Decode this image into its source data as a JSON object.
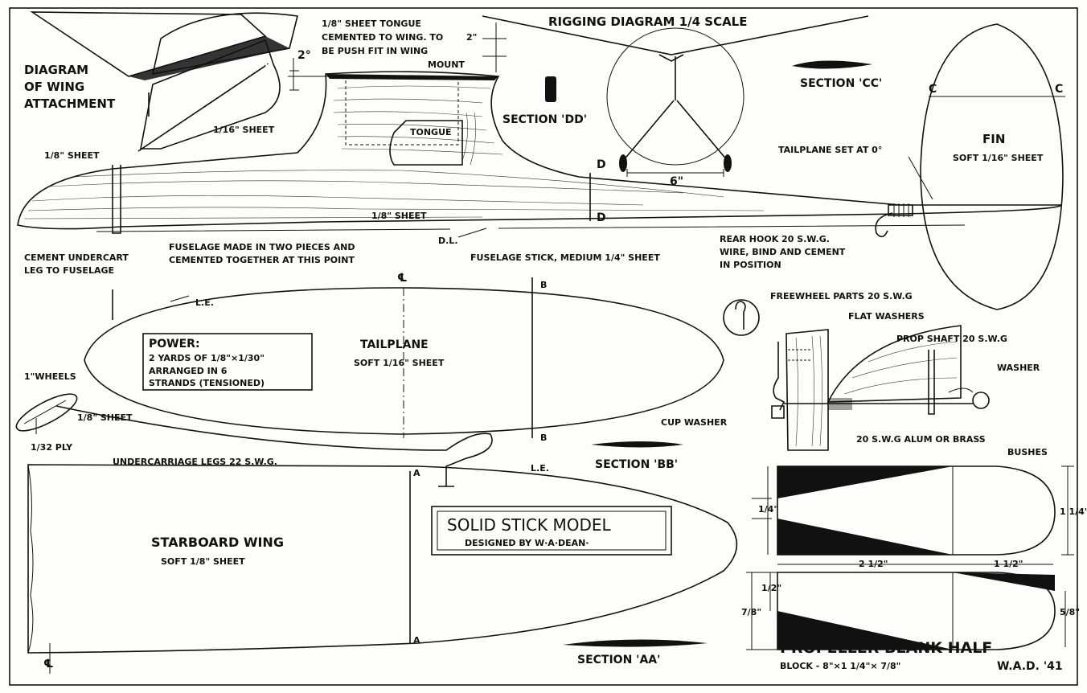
{
  "drawing": {
    "wing_attachment_title": [
      "DIAGRAM",
      "OF WING",
      "ATTACHMENT"
    ],
    "tongue_note": [
      "1/8\" SHEET TONGUE",
      "CEMENTED TO WING. TO",
      "BE PUSH FIT IN WING",
      "MOUNT"
    ],
    "angle_2deg": "2°",
    "dim_2in": "2\"",
    "sheet_1_16": "1/16\" SHEET",
    "sheet_1_8_a": "1/8\" SHEET",
    "tongue": "TONGUE",
    "sheet_1_8_b": "1/8\" SHEET",
    "cement_note": [
      "CEMENT UNDERCART",
      "LEG TO FUSELAGE"
    ],
    "fuselage_note": [
      "FUSELAGE MADE IN TWO PIECES AND",
      "CEMENTED TOGETHER AT THIS POINT"
    ],
    "dl": "D.L.",
    "fuselage_stick": "FUSELAGE STICK, MEDIUM 1/4\" SHEET",
    "rigging_title": "RIGGING DIAGRAM 1/4 SCALE",
    "section_dd": "SECTION 'DD'",
    "dim_6in": "6\"",
    "d_top": "D",
    "d_bottom": "D",
    "section_cc": "SECTION 'CC'",
    "c_left": "C",
    "c_right": "C",
    "fin": [
      "FIN",
      "SOFT 1/16\" SHEET"
    ],
    "tailplane_set": "TAILPLANE SET AT 0°",
    "rear_hook": [
      "REAR HOOK 20 S.W.G.",
      "WIRE, BIND AND CEMENT",
      "IN POSITION"
    ],
    "le_top": "L.E.",
    "cl_top": "℄",
    "b_top": "B",
    "b_bottom": "B",
    "power": [
      "POWER:",
      "2 YARDS OF 1/8\"×1/30\"",
      "ARRANGED IN 6",
      "STRANDS (TENSIONED)"
    ],
    "tailplane": [
      "TAILPLANE",
      "SOFT 1/16\" SHEET"
    ],
    "wheels": "1\"WHEELS",
    "sheet_1_8_c": "1/8\" SHEET",
    "ply": "1/32 PLY",
    "undercarriage": "UNDERCARRIAGE LEGS 22 S.W.G.",
    "section_bb": "SECTION 'BB'",
    "freewheel": "FREEWHEEL PARTS 20 S.W.G",
    "flat_washers": "FLAT WASHERS",
    "prop_shaft": "PROP SHAFT 20 S.W.G",
    "washer": "WASHER",
    "cup_washer": "CUP WASHER",
    "bushes": [
      "20 S.W.G ALUM OR BRASS",
      "BUSHES"
    ],
    "a_top": "A",
    "a_bottom": "A",
    "le_wing": "L.E.",
    "starboard_wing": [
      "STARBOARD WING",
      "SOFT 1/8\" SHEET"
    ],
    "model_title": "SOLID STICK MODEL",
    "designed_by": "DESIGNED BY W·A·DEAN·",
    "section_aa": "SECTION 'AA'",
    "cl_bottom": "℄",
    "prop_dims": {
      "d_1_4": "1/4\"",
      "d_1_1_4": "1 1/4\"",
      "d_2_1_2": "2 1/2\"",
      "d_1_1_2": "1 1/2\"",
      "d_7_8": "7/8\"",
      "d_1_2": "1/2\"",
      "d_5_8": "5/8\""
    },
    "propeller_title": "PROPELLER BLANK HALF",
    "block": "BLOCK - 8\"×1 1/4\"× 7/8\"",
    "signature": "W.A.D. '41"
  }
}
